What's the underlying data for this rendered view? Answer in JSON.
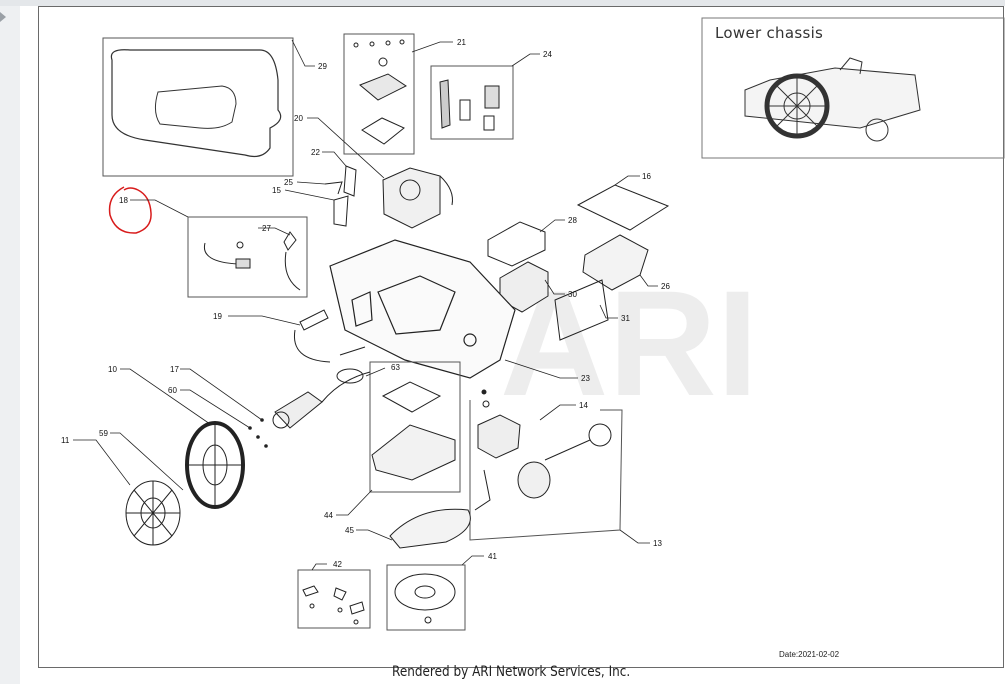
{
  "inset": {
    "title": "Lower chassis"
  },
  "date": "Date:2021-02-02",
  "footer": "Rendered by ARI Network Services, Inc.",
  "watermark": "ARI",
  "callouts": [
    "29",
    "21",
    "24",
    "20",
    "22",
    "25",
    "15",
    "18",
    "27",
    "16",
    "28",
    "26",
    "30",
    "31",
    "19",
    "23",
    "63",
    "10",
    "17",
    "60",
    "14",
    "11",
    "59",
    "13",
    "44",
    "45",
    "41",
    "42"
  ],
  "highlight_color": "#d81b1b"
}
